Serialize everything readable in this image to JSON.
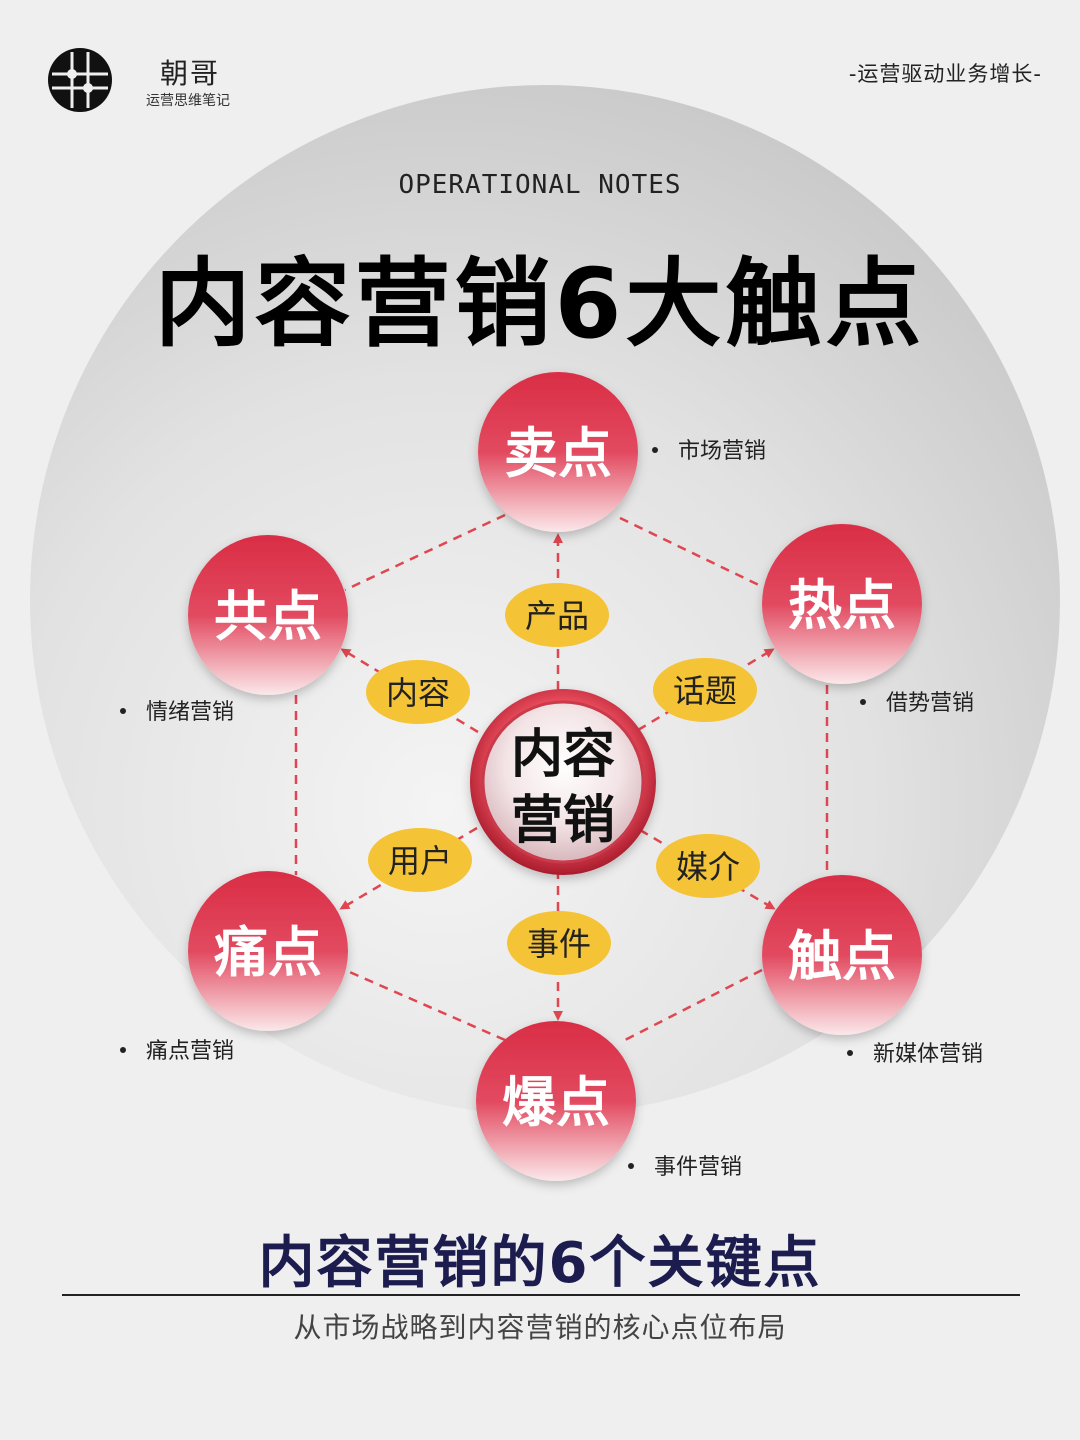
{
  "brand": {
    "name": "朝哥",
    "subtitle": "运营思维笔记"
  },
  "slogan": "-运营驱动业务增长-",
  "header": {
    "notes": "OPERATIONAL NOTES",
    "title": "内容营销6大触点"
  },
  "diagram": {
    "center": {
      "line1": "内容",
      "line2": "营销"
    },
    "nodes": [
      {
        "label": "卖点",
        "caption": "市场营销"
      },
      {
        "label": "热点",
        "caption": "借势营销"
      },
      {
        "label": "触点",
        "caption": "新媒体营销"
      },
      {
        "label": "爆点",
        "caption": "事件营销"
      },
      {
        "label": "痛点",
        "caption": "痛点营销"
      },
      {
        "label": "共点",
        "caption": "情绪营销"
      }
    ],
    "tags": [
      "产品",
      "话题",
      "媒介",
      "事件",
      "用户",
      "内容"
    ],
    "colors": {
      "node_top": "#d92d45",
      "node_bottom": "#fbe8ea",
      "tag": "#f4c336",
      "line": "#e04650"
    }
  },
  "footer": {
    "title": "内容营销的6个关键点",
    "subtitle": "从市场战略到内容营销的核心点位布局"
  }
}
